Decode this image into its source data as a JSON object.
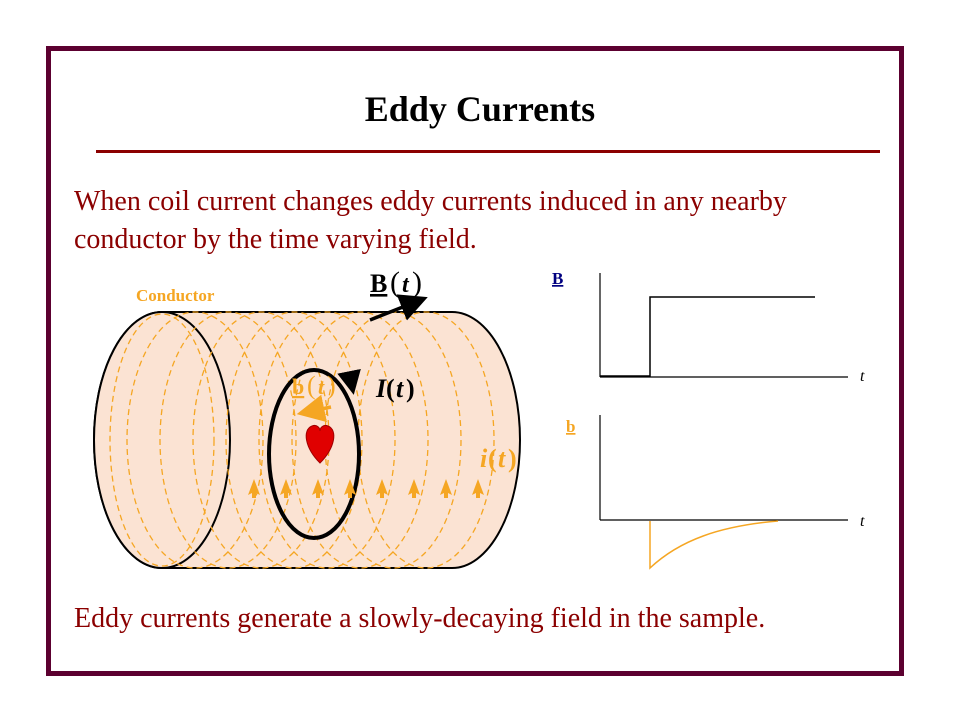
{
  "slide": {
    "title": "Eddy Currents",
    "intro_line1": "When coil current changes eddy currents induced in any nearby",
    "intro_line2": "conductor by the time varying field.",
    "footer": "Eddy currents generate a slowly-decaying field in the sample."
  },
  "diagram": {
    "conductor_label": "Conductor",
    "field_label_main": "B",
    "field_label_arg": "t",
    "induced_field_main": "b",
    "induced_field_arg": "t",
    "coil_current_main": "I",
    "coil_current_arg": "t",
    "eddy_current_main": "i",
    "eddy_current_arg": "t",
    "paren_open": "(",
    "paren_close": ")"
  },
  "graphs": {
    "top_ylabel": "B",
    "top_xlabel": "t",
    "bottom_ylabel": "b",
    "bottom_xlabel": "t"
  },
  "colors": {
    "frame": "#5c0030",
    "text": "#8b0000",
    "orange": "#f5a623",
    "conductor_fill": "#fbe3d3",
    "heart": "#e00000",
    "label_blue": "#000080"
  }
}
